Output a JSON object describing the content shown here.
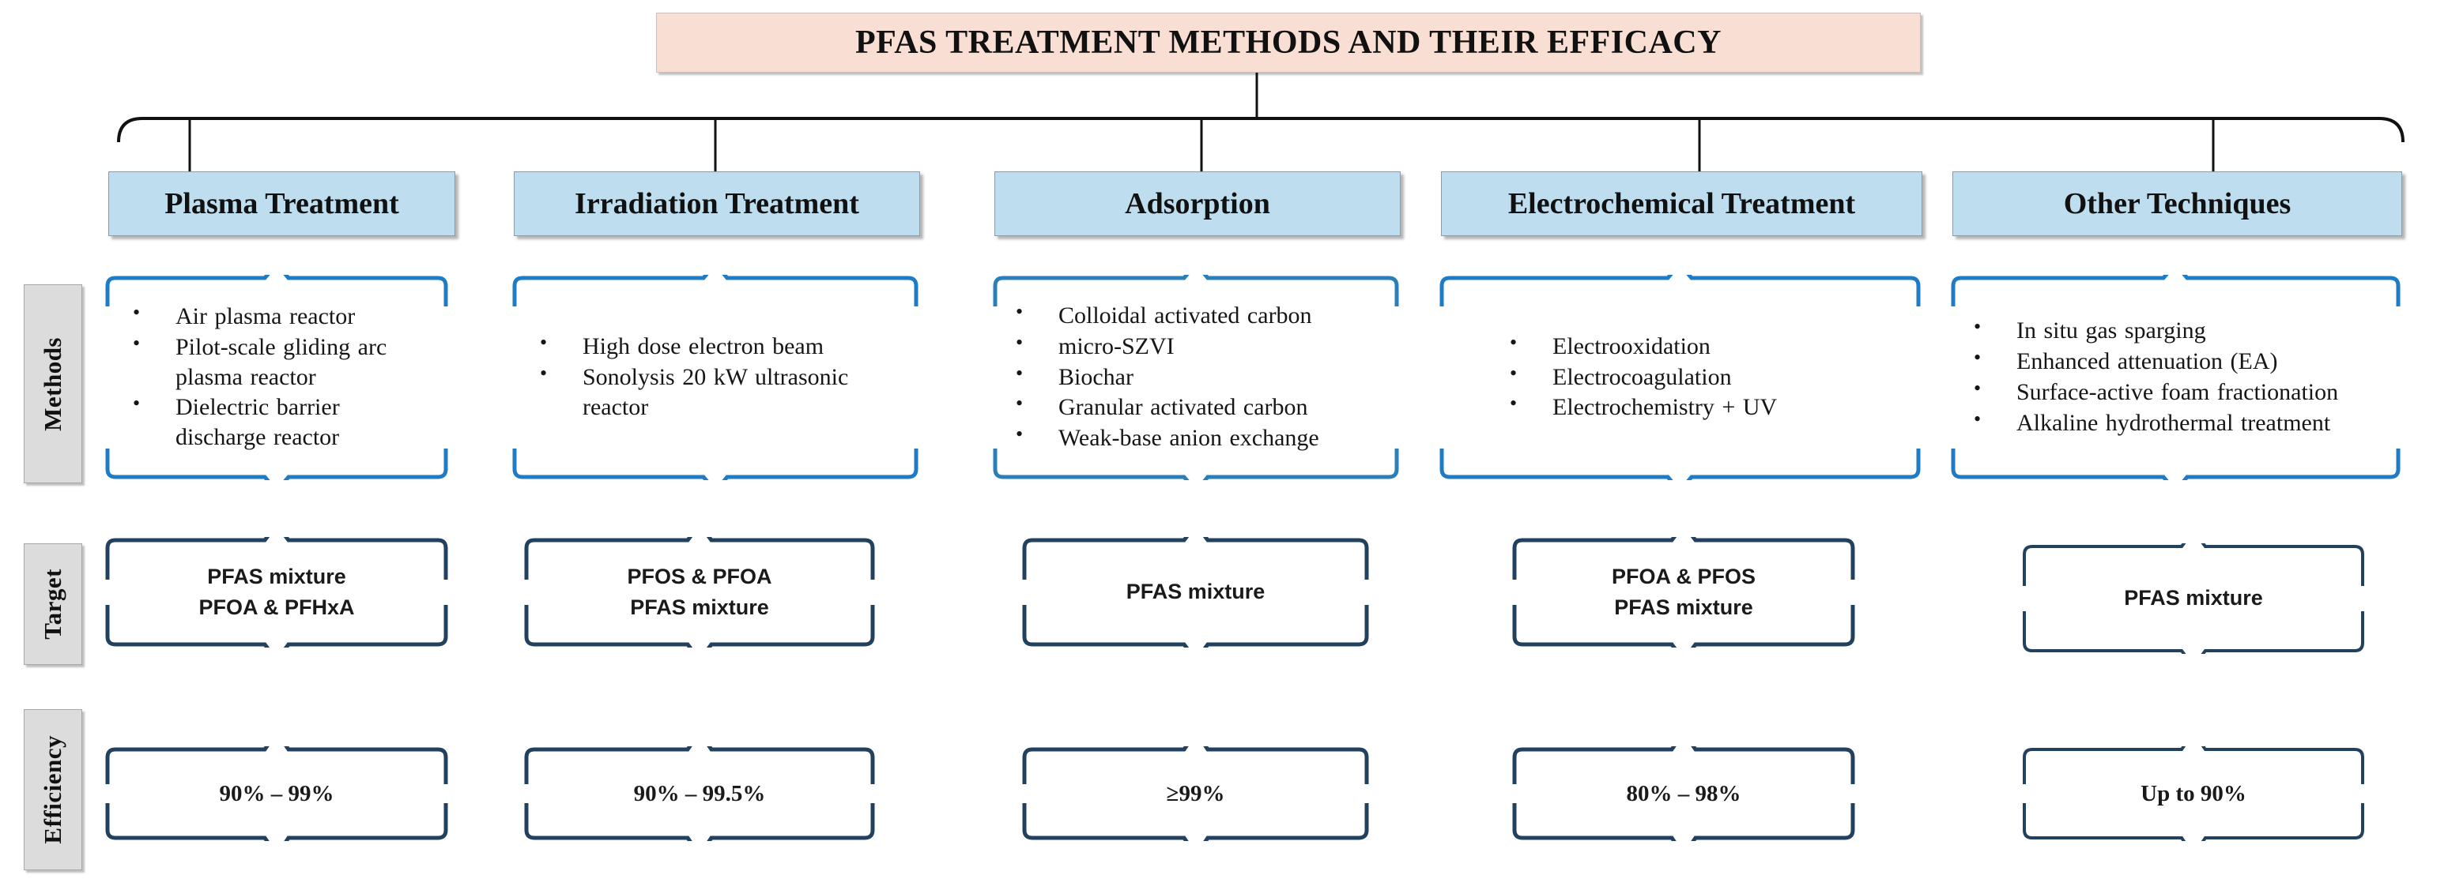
{
  "title": "PFAS TREATMENT METHODS AND THEIR EFFICACY",
  "colors": {
    "title_bg": "#F9DFD3",
    "header_bg": "#BEDDEE",
    "row_label_bg": "#DCDCDC",
    "methods_bracket": "#1F7BC4",
    "target_bracket": "#22415E",
    "connector": "#111111"
  },
  "row_labels": [
    {
      "key": "methods",
      "label": "Methods"
    },
    {
      "key": "target",
      "label": "Target"
    },
    {
      "key": "efficiency",
      "label": "Efficiency"
    }
  ],
  "columns": [
    {
      "header": "Plasma Treatment",
      "methods": [
        "Air plasma reactor",
        "Pilot-scale gliding arc plasma reactor",
        "Dielectric barrier discharge reactor"
      ],
      "target": [
        "PFAS mixture",
        "PFOA & PFHxA"
      ],
      "efficiency": "90% – 99%"
    },
    {
      "header": "Irradiation Treatment",
      "methods": [
        "High dose electron beam",
        "Sonolysis 20 kW ultrasonic reactor"
      ],
      "target": [
        "PFOS & PFOA",
        "PFAS mixture"
      ],
      "efficiency": "90% – 99.5%"
    },
    {
      "header": "Adsorption",
      "methods": [
        "Colloidal activated carbon",
        "micro-SZVI",
        "Biochar",
        "Granular activated carbon",
        "Weak-base anion exchange"
      ],
      "target": [
        "PFAS mixture"
      ],
      "efficiency": "≥99%"
    },
    {
      "header": "Electrochemical Treatment",
      "methods": [
        "Electrooxidation",
        "Electrocoagulation",
        "Electrochemistry + UV"
      ],
      "target": [
        "PFOA & PFOS",
        "PFAS mixture"
      ],
      "efficiency": "80% – 98%"
    },
    {
      "header": "Other Techniques",
      "methods": [
        "In situ gas sparging",
        "Enhanced attenuation (EA)",
        "Surface-active foam fractionation",
        "Alkaline hydrothermal treatment"
      ],
      "target": [
        "PFAS mixture"
      ],
      "efficiency": "Up to 90%"
    }
  ]
}
